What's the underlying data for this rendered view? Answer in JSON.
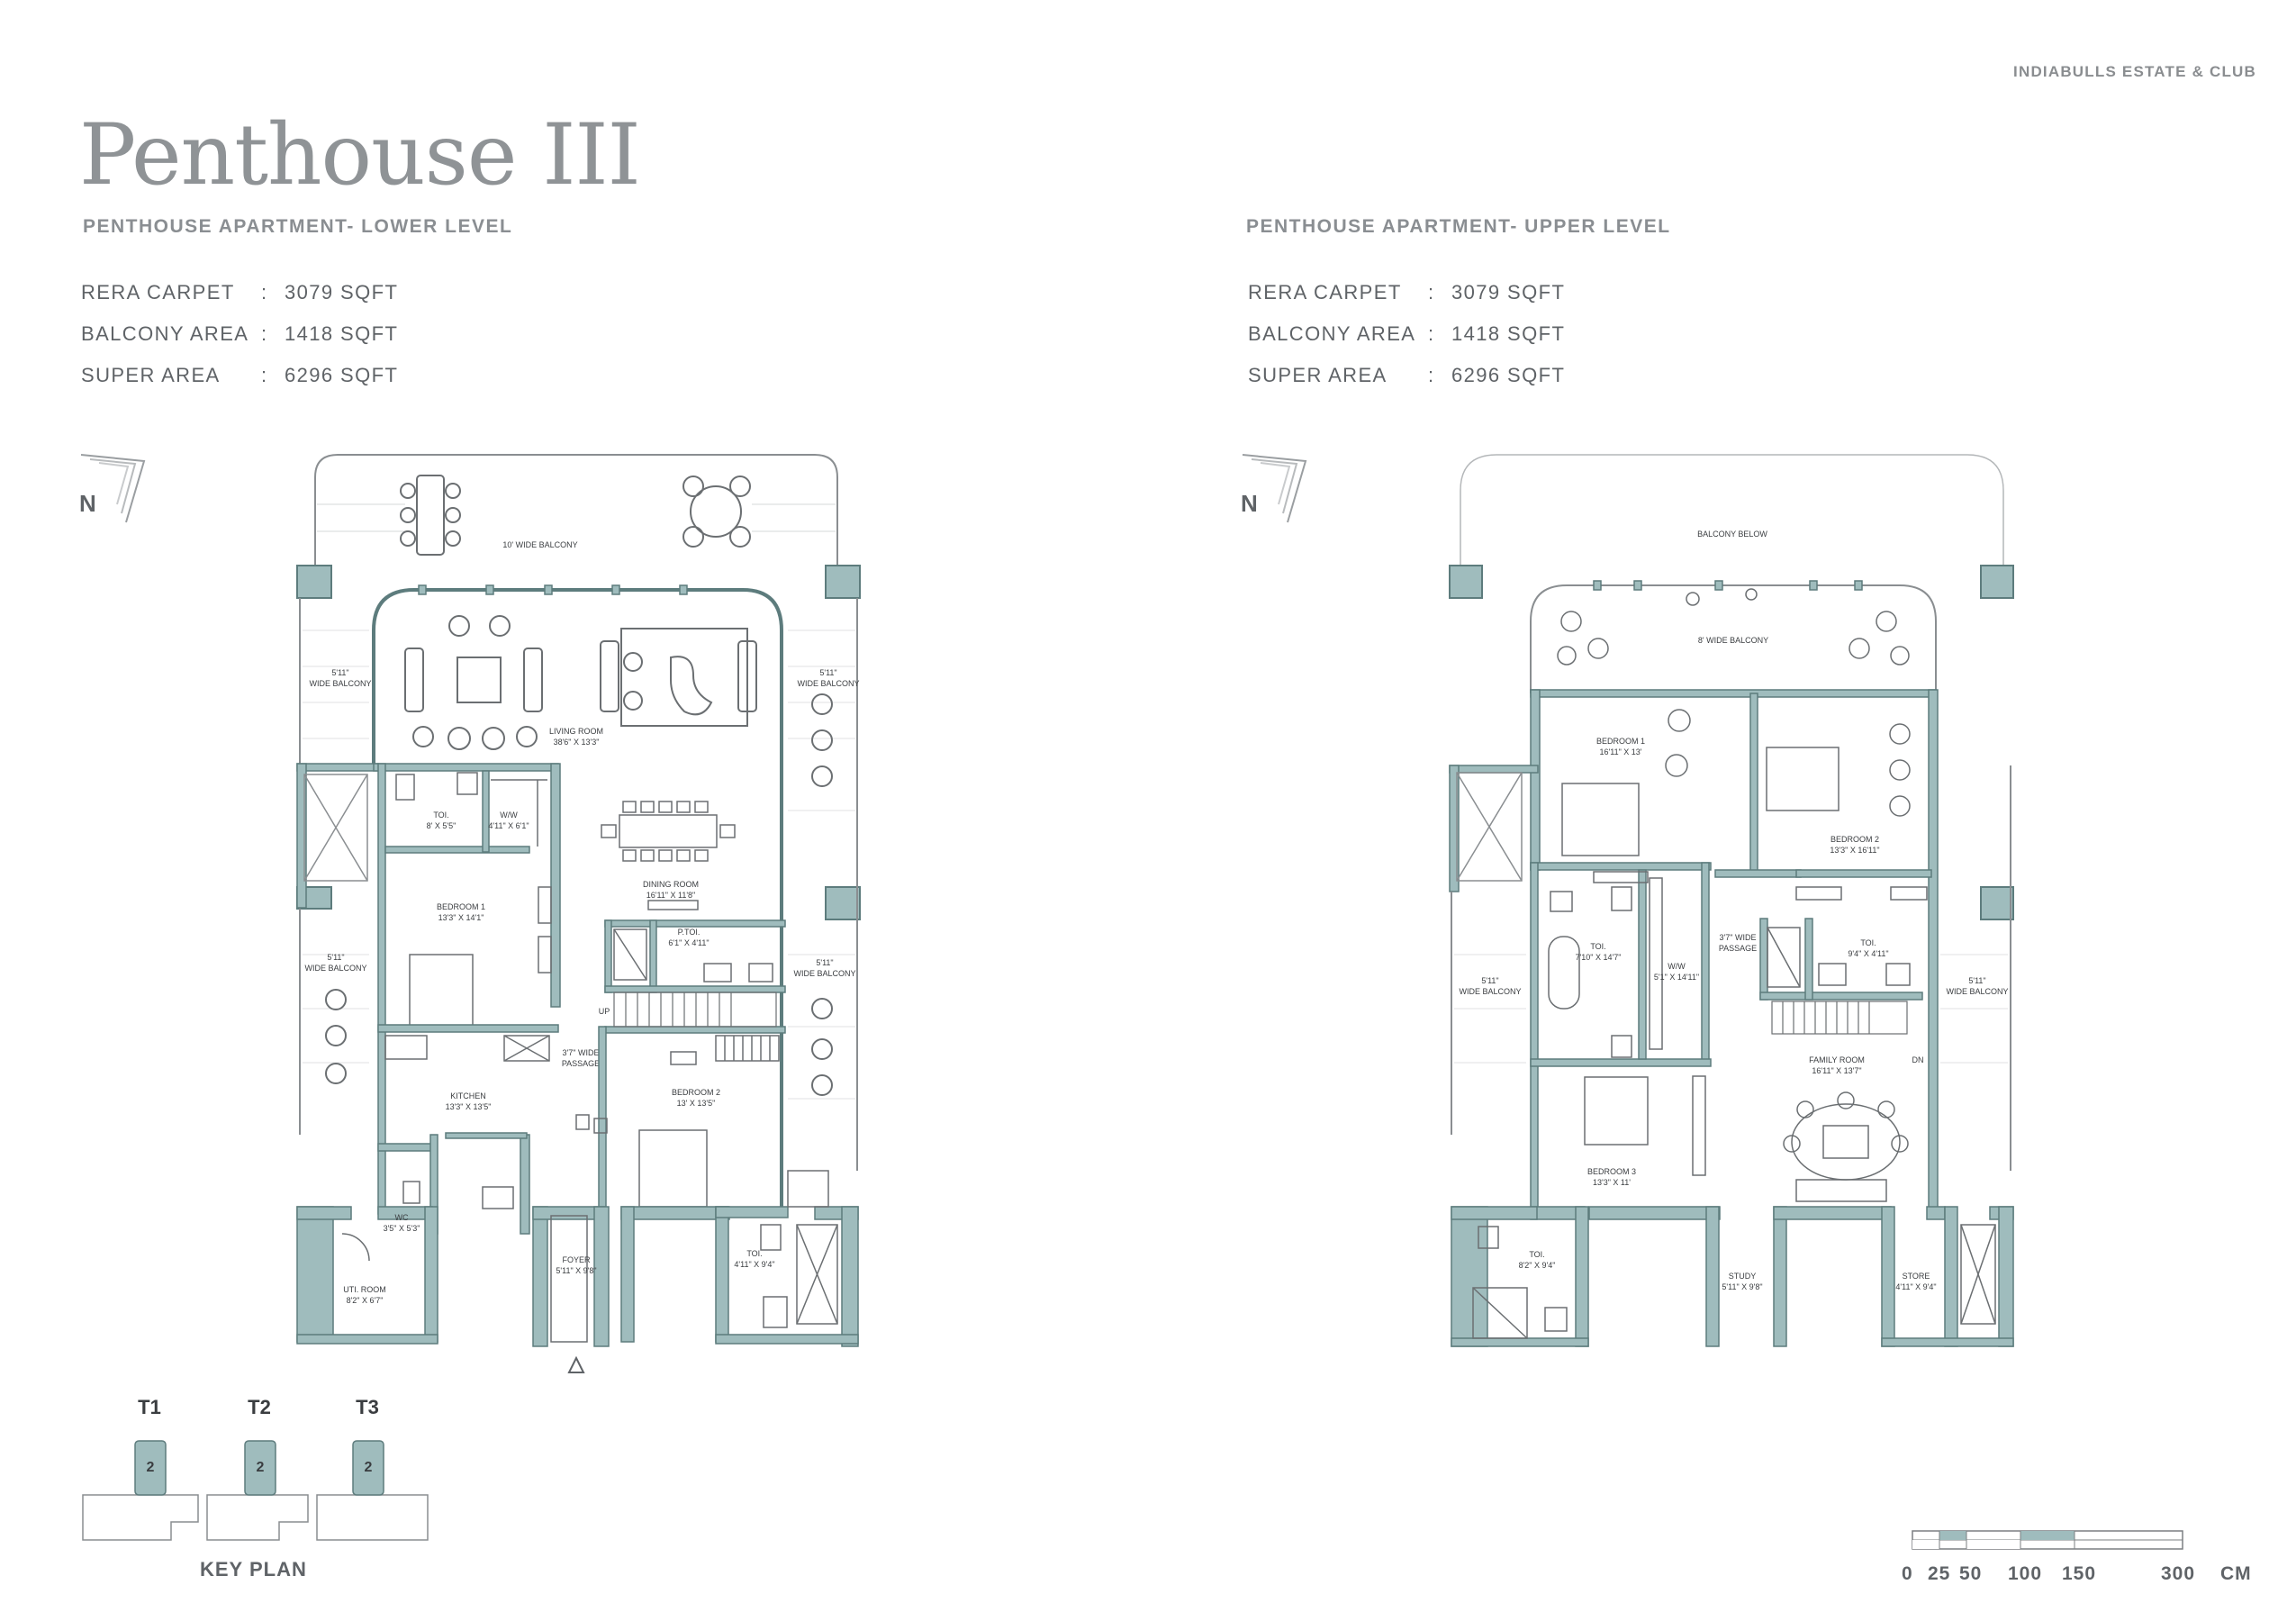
{
  "brand": "INDIABULLS ESTATE & CLUB",
  "title": "Penthouse III",
  "lower": {
    "subtitle": "PENTHOUSE APARTMENT- LOWER LEVEL",
    "specs": [
      {
        "label": "RERA CARPET",
        "value": "3079 SQFT"
      },
      {
        "label": "BALCONY AREA",
        "value": "1418 SQFT"
      },
      {
        "label": "SUPER AREA",
        "value": "6296 SQFT"
      }
    ],
    "north": "N",
    "rooms": {
      "balcony_top": "10' WIDE BALCONY",
      "balcony_left_name": "5'11\"",
      "balcony_left_sub": "WIDE BALCONY",
      "living_name": "LIVING ROOM",
      "living_dim": "38'6\" X 13'3\"",
      "toi1_name": "TOI.",
      "toi1_dim": "8' X 5'5\"",
      "wiw_name": "W/W",
      "wiw_dim": "4'11\" X 6'1\"",
      "bed1_name": "BEDROOM 1",
      "bed1_dim": "13'3\" X 14'1\"",
      "dining_name": "DINING ROOM",
      "dining_dim": "16'11\" X 11'8\"",
      "ptoi_name": "P.TOI.",
      "ptoi_dim": "6'1\" X 4'11\"",
      "up": "UP",
      "passage_name": "3'7\" WIDE",
      "passage_sub": "PASSAGE",
      "kitchen_name": "KITCHEN",
      "kitchen_dim": "13'3\" X 13'5\"",
      "bed2_name": "BEDROOM 2",
      "bed2_dim": "13' X 13'5\"",
      "wc_name": "WC",
      "wc_dim": "3'5\" X 5'3\"",
      "util_name": "UTI. ROOM",
      "util_dim": "8'2\" X 6'7\"",
      "foyer_name": "FOYER",
      "foyer_dim": "5'11\" X 9'8\"",
      "toi2_name": "TOI.",
      "toi2_dim": "4'11\" X 9'4\""
    }
  },
  "upper": {
    "subtitle": "PENTHOUSE APARTMENT- UPPER LEVEL",
    "specs": [
      {
        "label": "RERA CARPET",
        "value": "3079 SQFT"
      },
      {
        "label": "BALCONY AREA",
        "value": "1418 SQFT"
      },
      {
        "label": "SUPER AREA",
        "value": "6296 SQFT"
      }
    ],
    "north": "N",
    "rooms": {
      "balcony_below": "BALCONY BELOW",
      "balcony_8": "8' WIDE BALCONY",
      "bed1_name": "BEDROOM 1",
      "bed1_dim": "16'11\" X 13'",
      "bed2_name": "BEDROOM 2",
      "bed2_dim": "13'3\" X 16'11\"",
      "toi_a_name": "TOI.",
      "toi_a_dim": "7'10\" X 14'7\"",
      "wiw_name": "W/W",
      "wiw_dim": "5'1\" X 14'11\"",
      "passage_name": "3'7\" WIDE",
      "passage_sub": "PASSAGE",
      "toi_b_name": "TOI.",
      "toi_b_dim": "9'4\" X 4'11\"",
      "bal_name": "5'11\"",
      "bal_sub": "WIDE BALCONY",
      "family_name": "FAMILY ROOM",
      "family_dim": "16'11\" X 13'7\"",
      "dn": "DN",
      "bed3_name": "BEDROOM 3",
      "bed3_dim": "13'3\" X 11'",
      "toi_c_name": "TOI.",
      "toi_c_dim": "8'2\" X 9'4\"",
      "study_name": "STUDY",
      "study_dim": "5'11\" X 9'8\"",
      "store_name": "STORE",
      "store_dim": "4'11\" X 9'4\""
    }
  },
  "key_plan": {
    "label": "KEY PLAN",
    "towers": [
      {
        "name": "T1",
        "unit": "2"
      },
      {
        "name": "T2",
        "unit": "2"
      },
      {
        "name": "T3",
        "unit": "2"
      }
    ]
  },
  "scale": {
    "ticks": [
      "0",
      "25",
      "50",
      "100",
      "150",
      "300"
    ],
    "unit": "CM"
  },
  "colors": {
    "wall": "#9fbcbd",
    "wall_stroke": "#5d7c7d",
    "line": "#7b7f82",
    "text": "#5f6367"
  }
}
